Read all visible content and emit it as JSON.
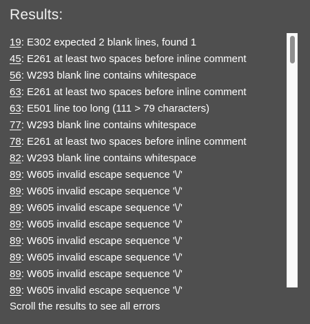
{
  "title": "Results:",
  "results": [
    {
      "line": "19",
      "message": ": E302 expected 2 blank lines, found 1"
    },
    {
      "line": "45",
      "message": ": E261 at least two spaces before inline comment"
    },
    {
      "line": "56",
      "message": ": W293 blank line contains whitespace"
    },
    {
      "line": "63",
      "message": ": E261 at least two spaces before inline comment"
    },
    {
      "line": "63",
      "message": ": E501 line too long (111 > 79 characters)"
    },
    {
      "line": "77",
      "message": ": W293 blank line contains whitespace"
    },
    {
      "line": "78",
      "message": ": E261 at least two spaces before inline comment"
    },
    {
      "line": "82",
      "message": ": W293 blank line contains whitespace"
    },
    {
      "line": "89",
      "message": ": W605 invalid escape sequence '\\/'"
    },
    {
      "line": "89",
      "message": ": W605 invalid escape sequence '\\/'"
    },
    {
      "line": "89",
      "message": ": W605 invalid escape sequence '\\/'"
    },
    {
      "line": "89",
      "message": ": W605 invalid escape sequence '\\/'"
    },
    {
      "line": "89",
      "message": ": W605 invalid escape sequence '\\/'"
    },
    {
      "line": "89",
      "message": ": W605 invalid escape sequence '\\/'"
    },
    {
      "line": "89",
      "message": ": W605 invalid escape sequence '\\/'"
    },
    {
      "line": "89",
      "message": ": W605 invalid escape sequence '\\/'"
    }
  ],
  "footer": {
    "text": "Scroll the results to see all errors"
  },
  "colors": {
    "background": "#4f4f4f",
    "scrollbar_track": "#fafafa",
    "scrollbar_thumb": "#8f8f8f",
    "text": "#ffffff"
  }
}
